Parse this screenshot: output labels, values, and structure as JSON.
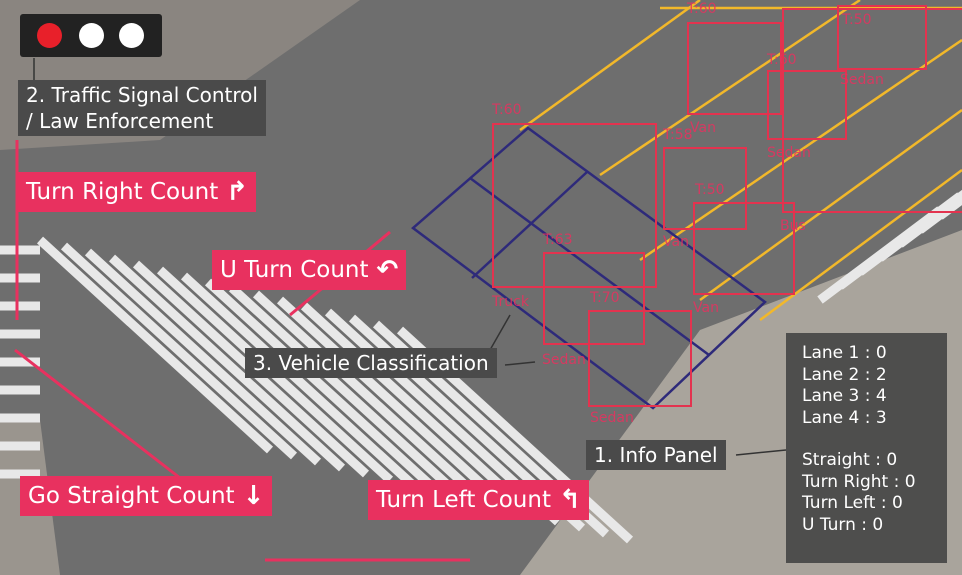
{
  "colors": {
    "accent": "#e8315f",
    "box": "#e3334f",
    "lane": "#f2b82a",
    "zone": "#2e2a7a",
    "signal_red": "#e8202a"
  },
  "signal": {
    "state": [
      "red",
      "off",
      "off"
    ]
  },
  "labels": {
    "signal_control": [
      "2. Traffic Signal Control",
      "/ Law Enforcement"
    ],
    "turn_right": "Turn Right Count",
    "turn_right_icon": "turn-right-arrow-icon",
    "u_turn": "U Turn Count",
    "u_turn_icon": "u-turn-arrow-icon",
    "vehicle_classification": "3. Vehicle Classification",
    "go_straight": "Go Straight Count",
    "go_straight_icon": "down-arrow-icon",
    "turn_left": "Turn Left Count",
    "turn_left_icon": "turn-left-arrow-icon",
    "info_panel": "1. Info Panel"
  },
  "vehicles": [
    {
      "time": "T:60",
      "type": "Truck"
    },
    {
      "time": "T:63",
      "type": "Sedan"
    },
    {
      "time": "T:70",
      "type": "Sedan"
    },
    {
      "time": "T:58",
      "type": "Van"
    },
    {
      "time": "T:50",
      "type": "Van"
    },
    {
      "time": "T:60",
      "type": "Van"
    },
    {
      "time": "T:60",
      "type": "Sedan"
    },
    {
      "time": "T:50",
      "type": "Sedan"
    },
    {
      "time": "",
      "type": "Bus"
    }
  ],
  "info_panel": {
    "lanes": [
      "Lane 1 : 0",
      "Lane 2 : 2",
      "Lane 3 : 4",
      "Lane 4 : 3"
    ],
    "movements": [
      "Straight : 0",
      "Turn Right : 0",
      "Turn Left : 0",
      "U Turn : 0"
    ]
  }
}
